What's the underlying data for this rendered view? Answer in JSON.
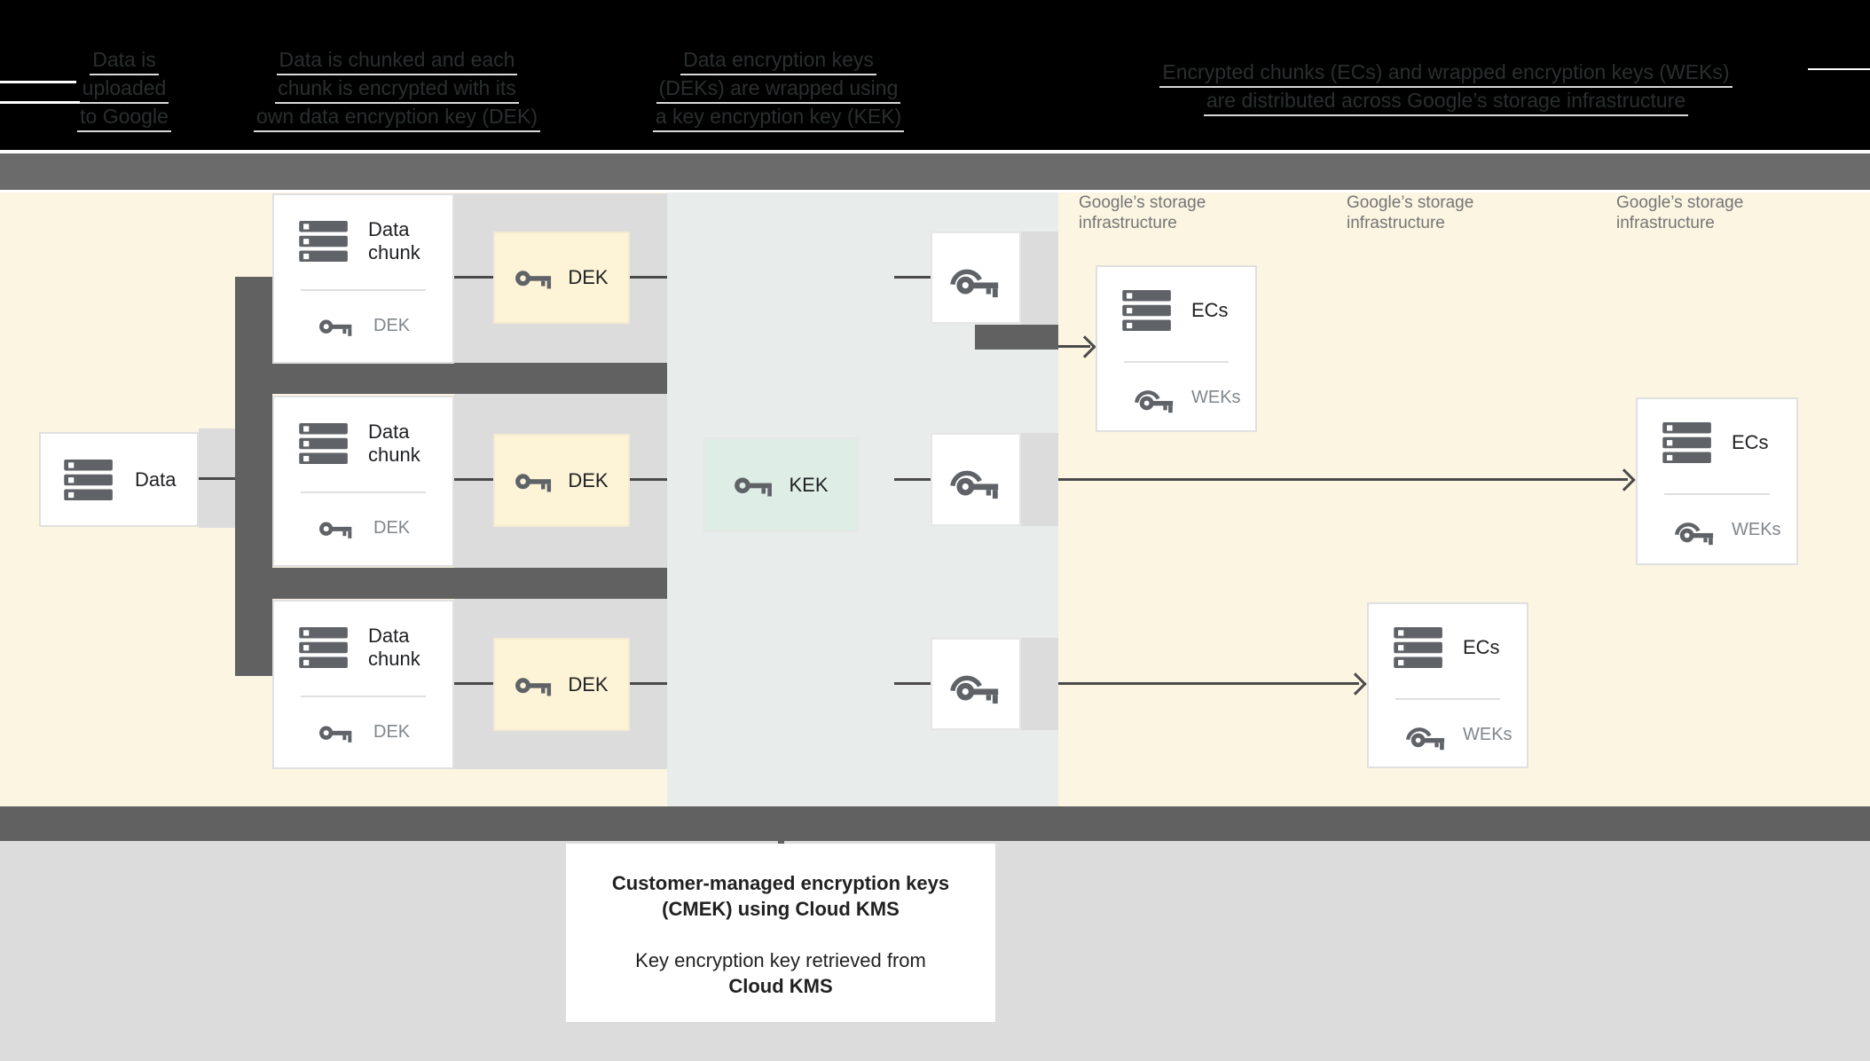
{
  "header": {
    "columns": [
      {
        "lines": [
          "Data is",
          "uploaded",
          "to Google"
        ]
      },
      {
        "lines": [
          "Data is chunked and each",
          "chunk is encrypted with its",
          "own data encryption key (DEK)"
        ]
      },
      {
        "lines": [
          "Data encryption keys",
          "(DEKs) are wrapped using",
          "a key encryption key (KEK)"
        ]
      },
      {
        "lines": [
          "Encrypted chunks (ECs) and wrapped encryption keys (WEKs)",
          "are distributed across Google’s storage infrastructure"
        ]
      }
    ]
  },
  "diagram": {
    "source": {
      "label": "Data"
    },
    "chunks": [
      {
        "title": "Data chunk",
        "key_label": "DEK"
      },
      {
        "title": "Data chunk",
        "key_label": "DEK"
      },
      {
        "title": "Data chunk",
        "key_label": "DEK"
      }
    ],
    "dek_boxes": [
      {
        "label": "DEK"
      },
      {
        "label": "DEK"
      },
      {
        "label": "DEK"
      }
    ],
    "kek_box": {
      "label": "KEK"
    },
    "storage_labels": [
      {
        "line1": "Google’s storage",
        "line2": "infrastructure"
      },
      {
        "line1": "Google’s storage",
        "line2": "infrastructure"
      },
      {
        "line1": "Google’s storage",
        "line2": "infrastructure"
      }
    ],
    "ec_boxes": [
      {
        "title": "ECs",
        "key_label": "WEKs"
      },
      {
        "title": "ECs",
        "key_label": "WEKs"
      },
      {
        "title": "ECs",
        "key_label": "WEKs"
      }
    ]
  },
  "caption": {
    "heading_line1": "Customer-managed encryption keys",
    "heading_line2": "(CMEK) using Cloud KMS",
    "body_line1": "Key encryption key retrieved from",
    "body_line2": "Cloud KMS"
  },
  "colors": {
    "header_background": "#000000",
    "header_text": "#2b2e2f",
    "top_bar": "#6b6b6b",
    "dark_bar": "#616161",
    "cream_zone": "#fcf5e2",
    "kms_zone": "#e8eceb",
    "strip_gray": "#dcdcdc",
    "dek_box": "#fdf3d6",
    "kek_box": "#deeee6",
    "icon_gray": "#5f6368",
    "muted_label": "#80868b",
    "storage_label": "#757575",
    "connector": "#4a4a4a"
  }
}
